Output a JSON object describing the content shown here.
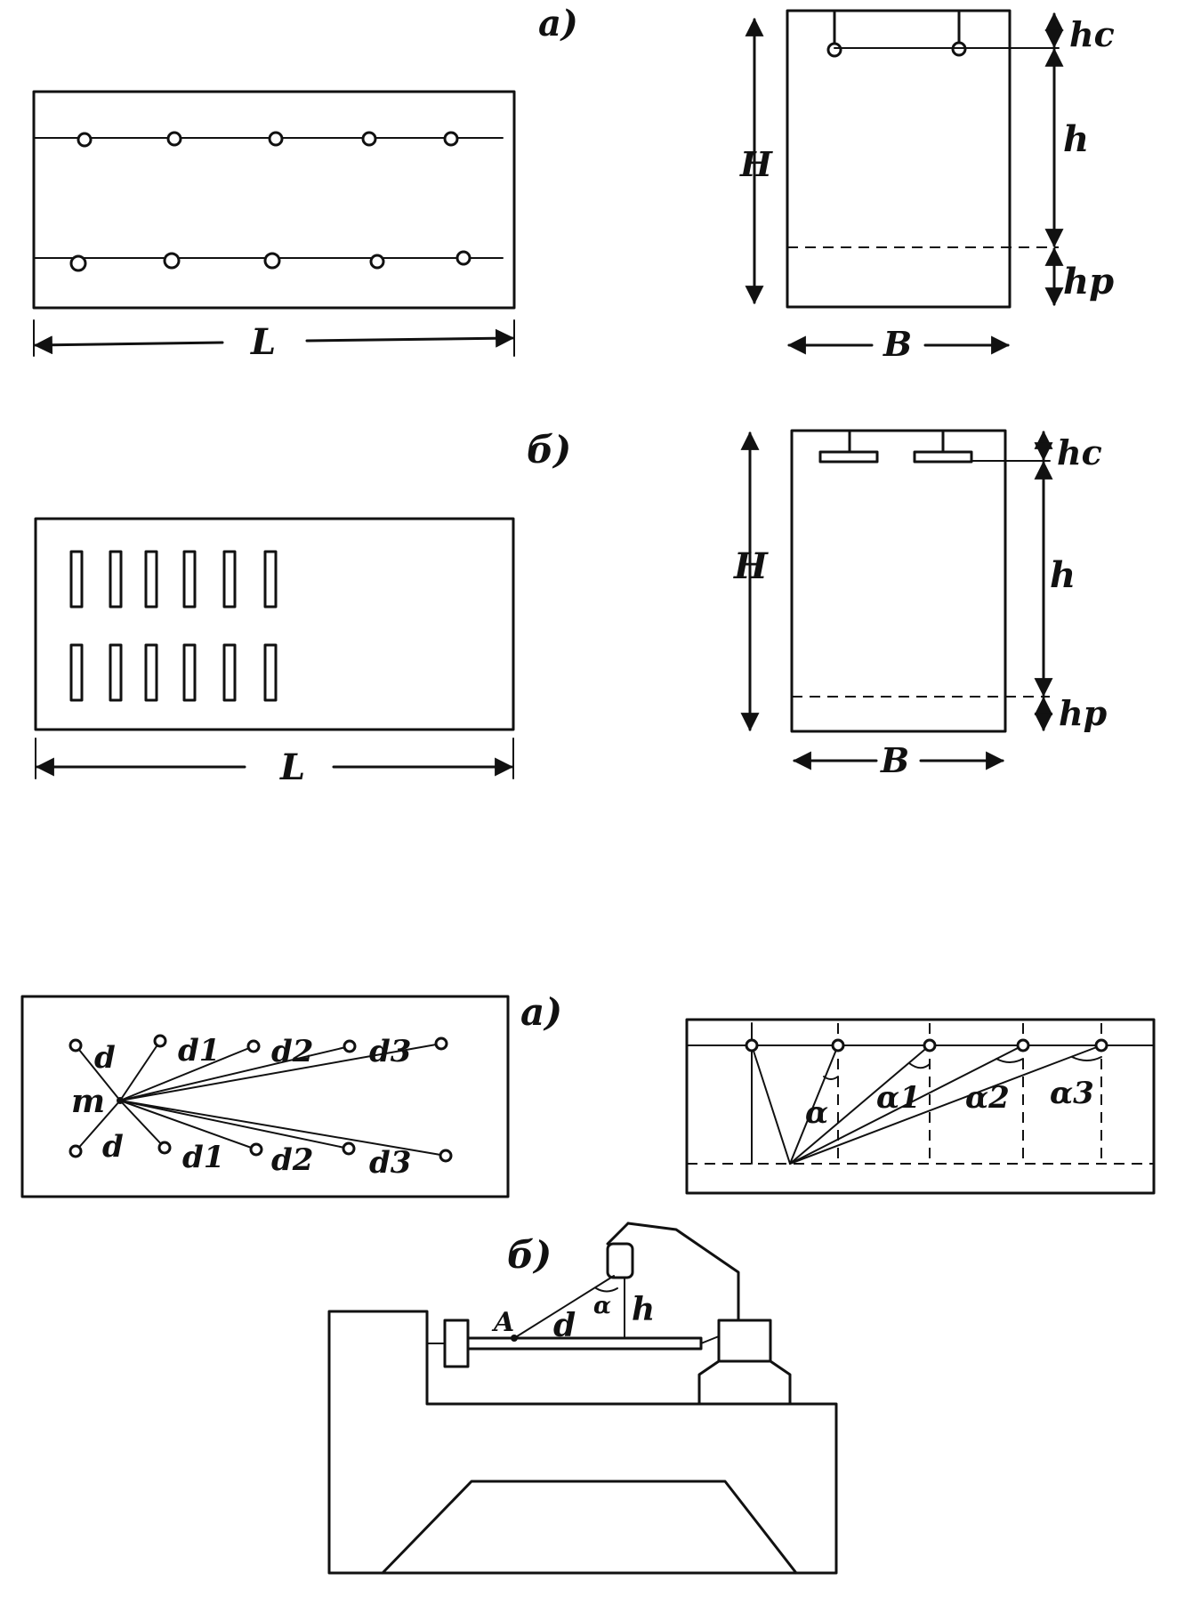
{
  "figure1": {
    "variant_a_label": "а)",
    "variant_b_label": "б)",
    "plan": {
      "length_label": "L"
    },
    "section": {
      "height_label": "H",
      "width_label": "B",
      "hc_label": "hc",
      "h_label": "h",
      "hp_label": "hp"
    }
  },
  "figure2": {
    "variant_a_label": "а)",
    "variant_b_label": "б)",
    "plan_labels": {
      "point": "m",
      "d": "d",
      "d1": "d1",
      "d2": "d2",
      "d3": "d3"
    },
    "section_labels": {
      "alpha": "α",
      "alpha1": "α1",
      "alpha2": "α2",
      "alpha3": "α3"
    },
    "machine_labels": {
      "point_a": "A",
      "distance": "d",
      "angle": "α",
      "height": "h"
    }
  },
  "colors": {
    "ink": "#111111",
    "paper": "#ffffff"
  }
}
